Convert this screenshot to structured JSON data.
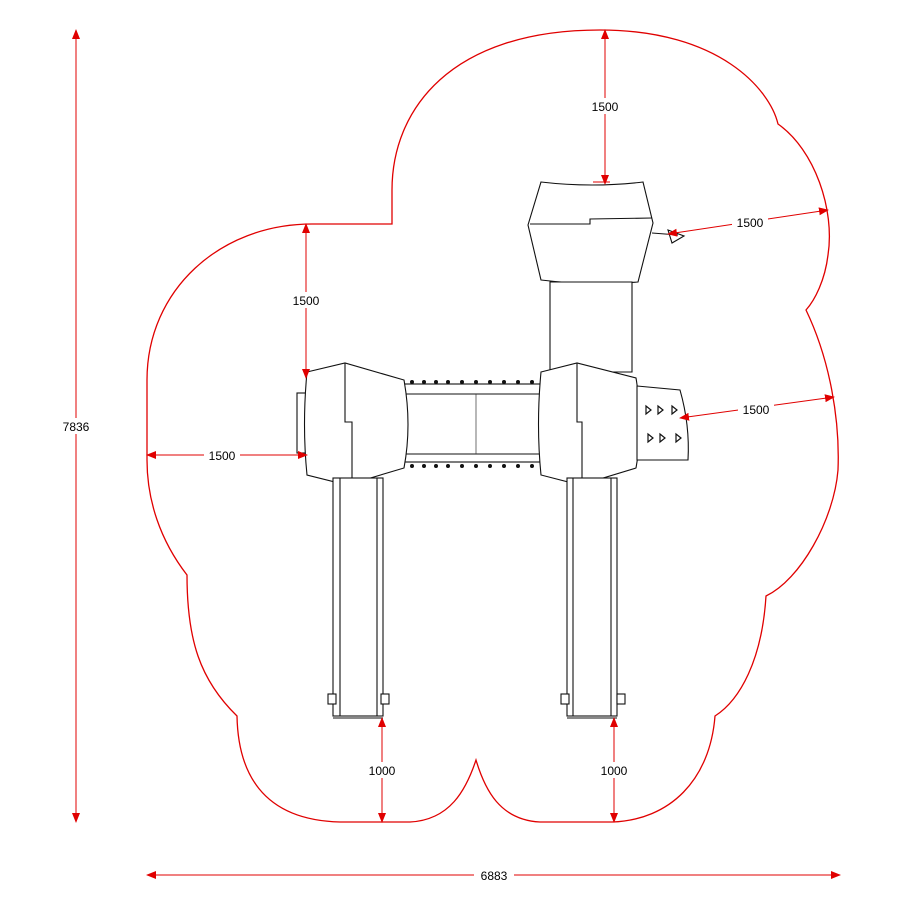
{
  "overall": {
    "height_label": "7836",
    "width_label": "6883"
  },
  "clearances": {
    "top": "1500",
    "right_upper": "1500",
    "left_upper": "1500",
    "left": "1500",
    "right_middle": "1500",
    "bottom_left": "1000",
    "bottom_right": "1000"
  },
  "colors": {
    "safety_zone": "#e00000",
    "equipment": "#111111"
  }
}
